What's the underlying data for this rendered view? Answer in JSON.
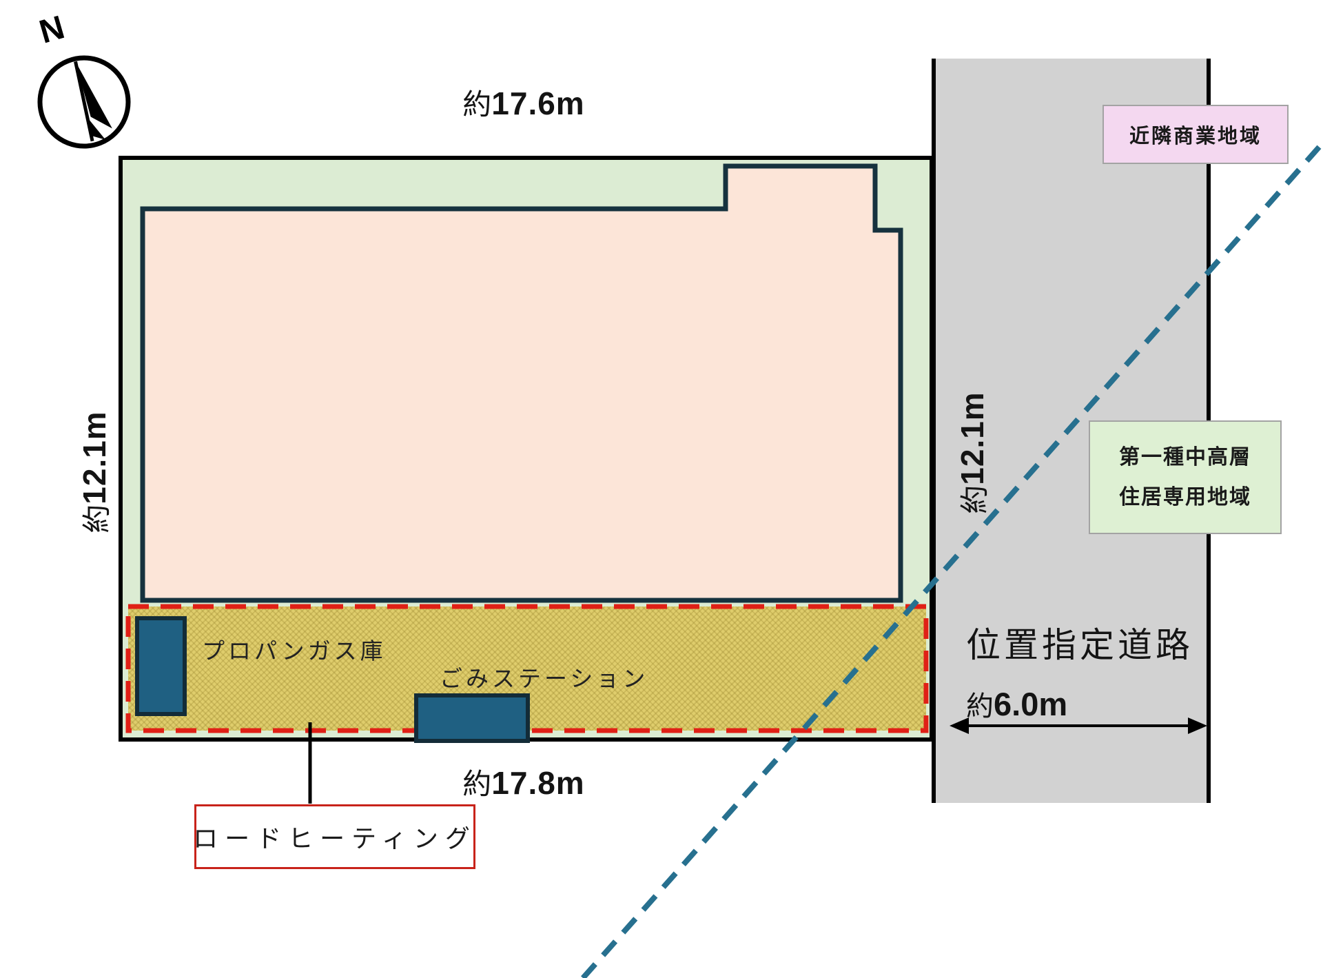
{
  "compass": {
    "label": "N",
    "icon": "north-arrow-icon"
  },
  "dimensions": {
    "top": {
      "kaku": "約",
      "val": "17.6m"
    },
    "left": {
      "kaku": "約",
      "val": "12.1m"
    },
    "road_side": {
      "kaku": "約",
      "val": "12.1m"
    },
    "bottom": {
      "kaku": "約",
      "val": "17.8m"
    },
    "road_width": {
      "kaku": "約",
      "val": "6.0m"
    }
  },
  "zones": {
    "commercial": {
      "label": "近隣商業地域",
      "bg": "#f4d8f0"
    },
    "residential": {
      "line1": "第一種中高層",
      "line2": "住居専用地域",
      "bg": "#def0d3"
    },
    "road": {
      "name": "位置指定道路",
      "bg": "#d2d2d2"
    }
  },
  "site": {
    "propane_label": "プロパンガス庫",
    "garbage_label": "ごみステーション",
    "road_heating_label": "ロードヒーティング"
  },
  "colors": {
    "plot_green": "#dcecd3",
    "building_pink": "#fce5d8",
    "building_outline": "#16323e",
    "heated_zone_yellow": "#dfcd6c",
    "heated_zone_dash_red": "#e02016",
    "structure_blue": "#1f6082",
    "boundary_dash_blue": "#27708f",
    "road_gray": "#d2d2d2"
  }
}
